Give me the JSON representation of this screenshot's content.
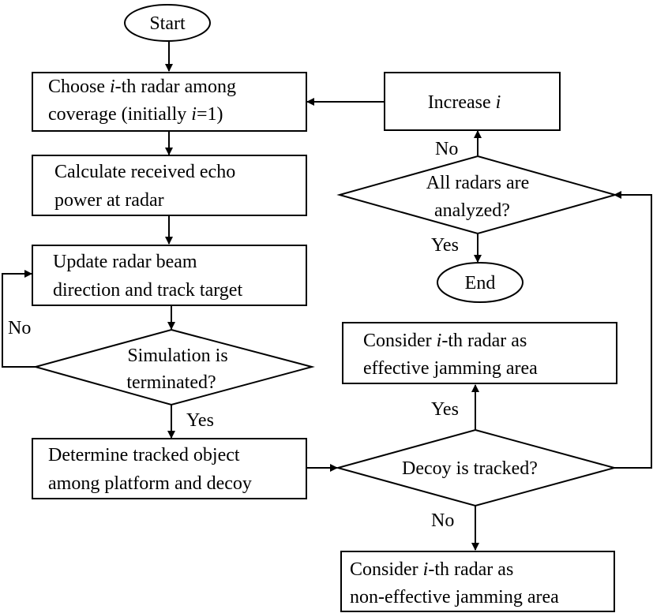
{
  "diagram": {
    "nodes": {
      "start": {
        "text": "Start"
      },
      "choose": {
        "line1_pre": "Choose ",
        "line1_var": "i",
        "line1_post": "-th radar among",
        "line2_pre": "coverage (initially ",
        "line2_var": "i",
        "line2_post": "=1)"
      },
      "calc": {
        "line1": "Calculate received echo",
        "line2": "power at radar"
      },
      "update": {
        "line1": "Update radar beam",
        "line2": "direction and track target"
      },
      "sim": {
        "line1": "Simulation is",
        "line2": "terminated?"
      },
      "determine": {
        "line1": "Determine tracked object",
        "line2": "among platform and decoy"
      },
      "decoy": {
        "text": "Decoy is tracked?"
      },
      "effective": {
        "line1_pre": "Consider ",
        "line1_var": "i",
        "line1_post": "-th radar as",
        "line2": "effective jamming area"
      },
      "noneffective": {
        "line1_pre": "Consider ",
        "line1_var": "i",
        "line1_post": "-th radar as",
        "line2": "non-effective jamming area"
      },
      "allradars": {
        "line1": "All radars are",
        "line2": "analyzed?"
      },
      "increase": {
        "pre": "Increase ",
        "var": "i"
      },
      "end": {
        "text": "End"
      }
    },
    "edge_labels": {
      "sim_no": "No",
      "sim_yes": "Yes",
      "decoy_yes": "Yes",
      "decoy_no": "No",
      "all_no": "No",
      "all_yes": "Yes"
    }
  }
}
